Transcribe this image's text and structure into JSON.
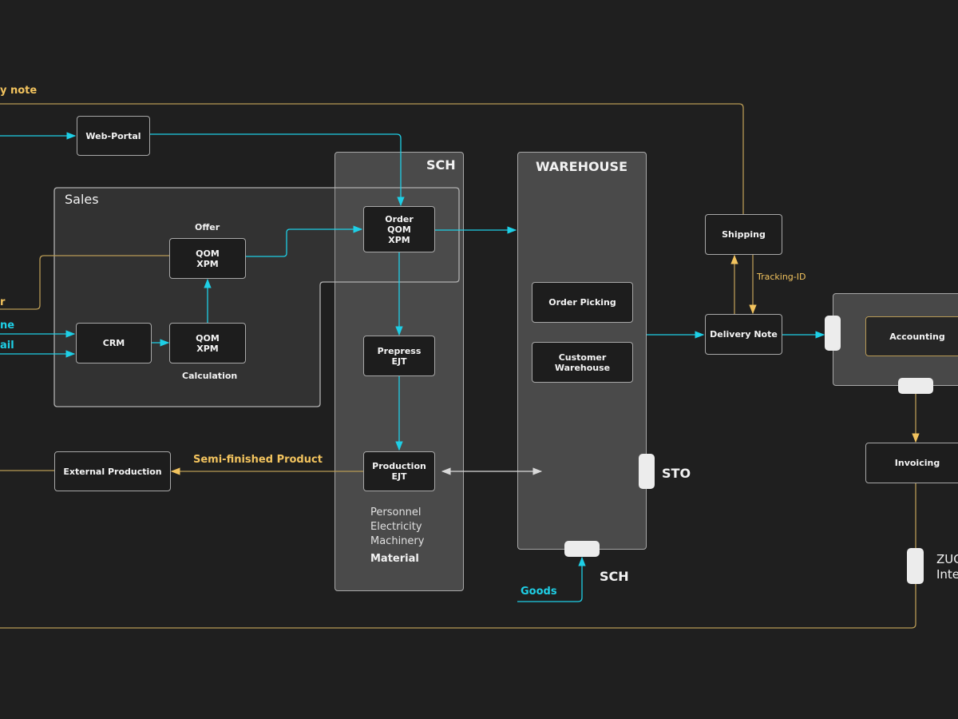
{
  "colors": {
    "background": "#1f1f1f",
    "cyan": "#1ecfe6",
    "gold": "#f2c35e",
    "gold_line": "#b89a55",
    "white_arrow": "#d9d9d9"
  },
  "labels": {
    "delivery_note_edge": "y note",
    "offer_edge": "r",
    "phone_edge": "ne",
    "email_edge": "ail",
    "semi_finished": "Semi-finished Product",
    "tracking_id": "Tracking-ID",
    "goods": "Goods",
    "sto": "STO",
    "sch_port": "SCH",
    "zug_line1": "ZUG",
    "zug_line2": "Inte"
  },
  "groups": {
    "sales": "Sales",
    "sch": "SCH",
    "warehouse": "WAREHOUSE"
  },
  "nodes": {
    "web_portal": "Web-Portal",
    "offer_title": "Offer",
    "offer_box": "QOM\nXPM",
    "crm": "CRM",
    "calc_box": "QOM\nXPM",
    "calc_title": "Calculation",
    "order": "Order\nQOM\nXPM",
    "prepress": "Prepress\nEJT",
    "production": "Production\nEJT",
    "external_production": "External Production",
    "order_picking": "Order Picking",
    "customer_warehouse": "Customer\nWarehouse",
    "shipping": "Shipping",
    "delivery_note": "Delivery Note",
    "accounting": "Accounting",
    "invoicing": "Invoicing"
  },
  "resources": [
    "Personnel",
    "Electricity",
    "Machinery"
  ],
  "resource_bold": "Material"
}
